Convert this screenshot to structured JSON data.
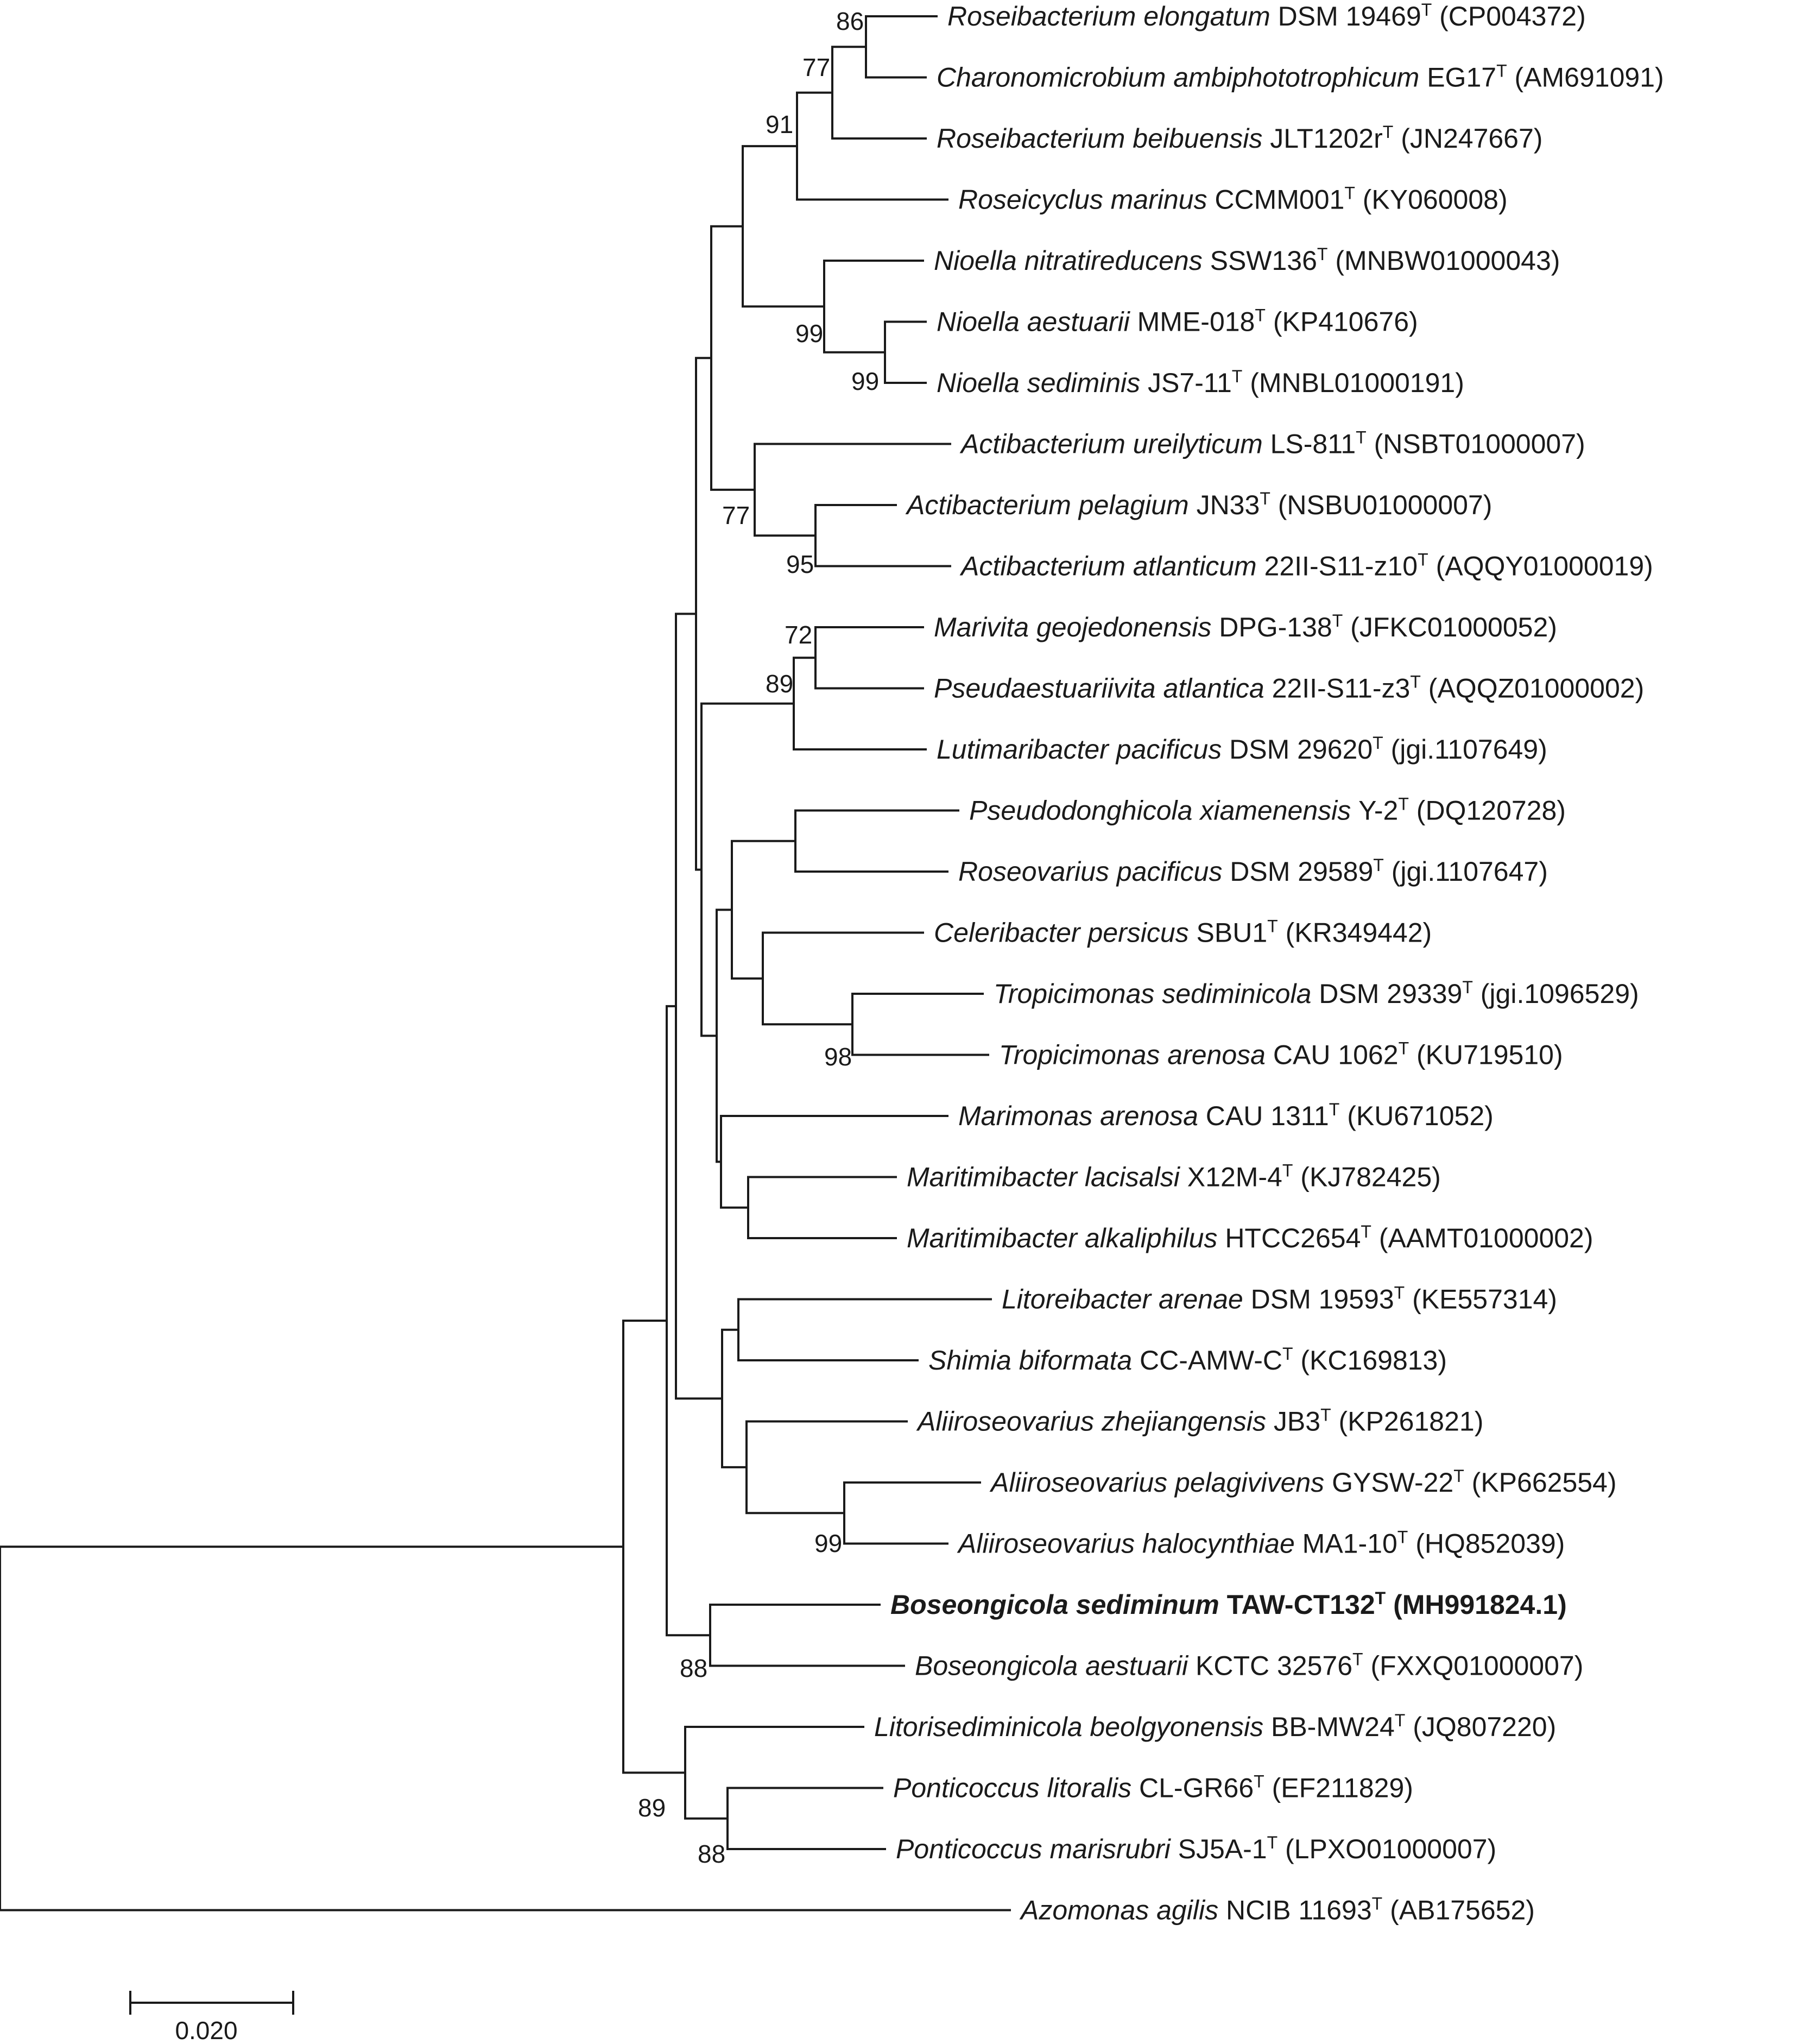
{
  "tree": {
    "taxa": [
      {
        "species": "Roseibacterium elongatum",
        "strain": "DSM 19469",
        "type_mark": "T",
        "accession": "(CP004372)"
      },
      {
        "species": "Charonomicrobium ambiphototrophicum",
        "strain": "EG17",
        "type_mark": "T",
        "accession": "(AM691091)"
      },
      {
        "species": "Roseibacterium beibuensis",
        "strain": "JLT1202r",
        "type_mark": "T",
        "accession": "(JN247667)"
      },
      {
        "species": "Roseicyclus marinus",
        "strain": "CCMM001",
        "type_mark": "T",
        "accession": "(KY060008)"
      },
      {
        "species": "Nioella nitratireducens",
        "strain": "SSW136",
        "type_mark": "T",
        "accession": "(MNBW01000043)"
      },
      {
        "species": "Nioella aestuarii",
        "strain": "MME-018",
        "type_mark": "T",
        "accession": "(KP410676)"
      },
      {
        "species": "Nioella sediminis",
        "strain": "JS7-11",
        "type_mark": "T",
        "accession": "(MNBL01000191)"
      },
      {
        "species": "Actibacterium ureilyticum",
        "strain": "LS-811",
        "type_mark": "T",
        "accession": "(NSBT01000007)"
      },
      {
        "species": "Actibacterium pelagium",
        "strain": "JN33",
        "type_mark": "T",
        "accession": "(NSBU01000007)"
      },
      {
        "species": "Actibacterium atlanticum",
        "strain": "22II-S11-z10",
        "type_mark": "T",
        "accession": "(AQQY01000019)"
      },
      {
        "species": "Marivita geojedonensis",
        "strain": "DPG-138",
        "type_mark": "T",
        "accession": "(JFKC01000052)"
      },
      {
        "species": "Pseudaestuariivita atlantica",
        "strain": "22II-S11-z3",
        "type_mark": "T",
        "accession": "(AQQZ01000002)"
      },
      {
        "species": "Lutimaribacter pacificus",
        "strain": "DSM 29620",
        "type_mark": "T",
        "accession": "(jgi.1107649)"
      },
      {
        "species": "Pseudodonghicola xiamenensis",
        "strain": "Y-2",
        "type_mark": "T",
        "accession": "(DQ120728)"
      },
      {
        "species": "Roseovarius pacificus",
        "strain": "DSM 29589",
        "type_mark": "T",
        "accession": "(jgi.1107647)"
      },
      {
        "species": "Celeribacter persicus",
        "strain": "SBU1",
        "type_mark": "T",
        "accession": "(KR349442)"
      },
      {
        "species": "Tropicimonas sediminicola",
        "strain": "DSM 29339",
        "type_mark": "T",
        "accession": "(jgi.1096529)"
      },
      {
        "species": "Tropicimonas arenosa",
        "strain": "CAU 1062",
        "type_mark": "T",
        "accession": "(KU719510)"
      },
      {
        "species": "Marimonas arenosa",
        "strain": "CAU 1311",
        "type_mark": "T",
        "accession": "(KU671052)"
      },
      {
        "species": "Maritimibacter lacisalsi",
        "strain": "X12M-4",
        "type_mark": "T",
        "accession": "(KJ782425)"
      },
      {
        "species": "Maritimibacter alkaliphilus",
        "strain": "HTCC2654",
        "type_mark": "T",
        "accession": "(AAMT01000002)"
      },
      {
        "species": "Litoreibacter arenae",
        "strain": "DSM 19593",
        "type_mark": "T",
        "accession": "(KE557314)"
      },
      {
        "species": "Shimia biformata",
        "strain": "CC-AMW-C",
        "type_mark": "T",
        "accession": "(KC169813)"
      },
      {
        "species": "Aliiroseovarius zhejiangensis",
        "strain": "JB3",
        "type_mark": "T",
        "accession": "(KP261821)"
      },
      {
        "species": "Aliiroseovarius pelagivivens",
        "strain": "GYSW-22",
        "type_mark": "T",
        "accession": "(KP662554)"
      },
      {
        "species": "Aliiroseovarius halocynthiae",
        "strain": "MA1-10",
        "type_mark": "T",
        "accession": "(HQ852039)"
      },
      {
        "species": "Boseongicola sediminum",
        "strain": "TAW-CT132",
        "type_mark": "T",
        "accession": "(MH991824.1)",
        "bold": true
      },
      {
        "species": "Boseongicola aestuarii",
        "strain": "KCTC 32576",
        "type_mark": "T",
        "accession": "(FXXQ01000007)"
      },
      {
        "species": "Litorisediminicola beolgyonensis",
        "strain": "BB-MW24",
        "type_mark": "T",
        "accession": "(JQ807220)"
      },
      {
        "species": "Ponticoccus litoralis",
        "strain": "CL-GR66",
        "type_mark": "T",
        "accession": "(EF211829)"
      },
      {
        "species": "Ponticoccus marisrubri",
        "strain": "SJ5A-1",
        "type_mark": "T",
        "accession": "(LPXO01000007)"
      },
      {
        "species": "Azomonas agilis",
        "strain": "NCIB 11693",
        "type_mark": "T",
        "accession": "(AB175652)"
      }
    ],
    "bootstrap_values": [
      "86",
      "77",
      "91",
      "99",
      "99",
      "77",
      "95",
      "72",
      "89",
      "98",
      "99",
      "88",
      "89",
      "88"
    ],
    "scale_bar_label": "0.020",
    "line_color": "#1a1a1a"
  }
}
